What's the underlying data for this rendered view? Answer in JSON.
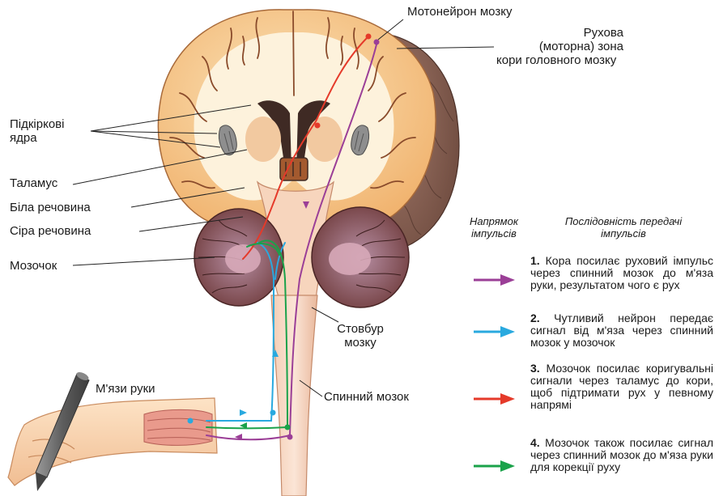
{
  "labels": {
    "motoneuron": "Мотонейрон мозку",
    "motor_zone_1": "Рухова",
    "motor_zone_2": "(моторна) зона",
    "motor_zone_3": "кори головного мозку",
    "subcortical_1": "Підкіркові",
    "subcortical_2": "ядра",
    "thalamus": "Таламус",
    "white_matter": "Біла речовина",
    "gray_matter": "Сіра речовина",
    "cerebellum": "Мозочок",
    "brainstem_1": "Стовбур",
    "brainstem_2": "мозку",
    "spinal_cord": "Спинний мозок",
    "arm_muscles": "М'язи руки"
  },
  "headers": {
    "direction_1": "Напрямок",
    "direction_2": "імпульсів",
    "sequence_1": "Послідовність передачі",
    "sequence_2": "імпульсів"
  },
  "steps": [
    {
      "num": "1.",
      "text": "Кора посилає руховий імпульс через спинний мозок до м'яза руки, результатом чого є рух",
      "color": "#9b3f97"
    },
    {
      "num": "2.",
      "text": "Чутливий нейрон передає сигнал від м'яза через спинний мозок у мозочок",
      "color": "#29a9df"
    },
    {
      "num": "3.",
      "text": "Мозочок посилає коригувальні сигнали через таламус до кори, щоб підтримати рух у певному напрямі",
      "color": "#e53a2a"
    },
    {
      "num": "4.",
      "text": "Мозочок також посилає сигнал через спинний мозок до м'яза руки для корекції руху",
      "color": "#1aa24a"
    }
  ]
}
